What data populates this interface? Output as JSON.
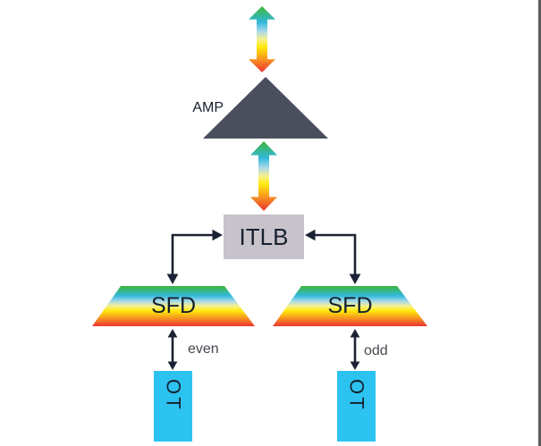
{
  "nodes": {
    "amp": {
      "label": "AMP",
      "shape": "triangle",
      "fill": "#4a4f5e"
    },
    "itlb": {
      "label": "ITLB",
      "shape": "rectangle",
      "fill": "#c8c2cb"
    },
    "sfd_left": {
      "label": "SFD",
      "shape": "trapezoid",
      "fill": "rainbow-gradient"
    },
    "sfd_right": {
      "label": "SFD",
      "shape": "trapezoid",
      "fill": "rainbow-gradient"
    },
    "ot_left": {
      "label": "OT",
      "shape": "rectangle",
      "fill": "#2cc3f0"
    },
    "ot_right": {
      "label": "OT",
      "shape": "rectangle",
      "fill": "#2cc3f0"
    }
  },
  "edge_labels": {
    "even": "even",
    "odd": "odd"
  },
  "colors": {
    "background": "#ffffff",
    "frame_border": "#5c5c5c",
    "amp_fill": "#4a4f5e",
    "itlb_fill": "#c8c2cb",
    "ot_fill": "#2cc3f0",
    "connector": "#1b2233",
    "label_text": "#16202e",
    "edge_label_text": "#47474f",
    "rainbow_stops": [
      "#3cb54b 3%",
      "#31b9dd 24%",
      "#a9d9e9 38%",
      "#f6f18d 50%",
      "#ffe80a 62%",
      "#f79420 80%",
      "#ee4032 97%"
    ]
  }
}
